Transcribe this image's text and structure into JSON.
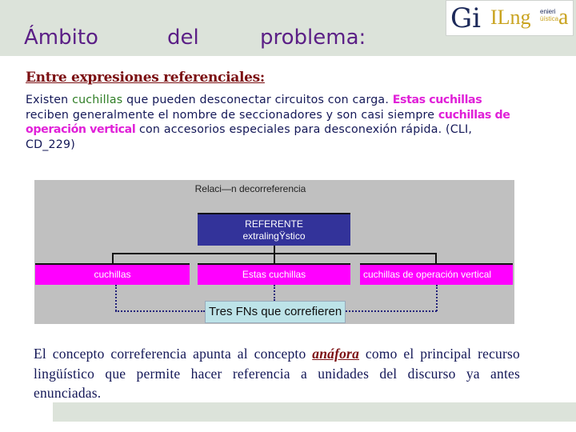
{
  "header": {
    "title_words": [
      "Ámbito",
      "del",
      "problema:"
    ],
    "logo": {
      "mark": "Gi",
      "big": "ILng",
      "small_top": "enieri",
      "small_bottom": "üística",
      "end": "a"
    },
    "colors": {
      "band": "#dce3da",
      "title": "#5b1f86"
    }
  },
  "section": {
    "heading": "Entre expresiones referenciales:",
    "paragraph1": {
      "t1": "Existen ",
      "g1": "cuchillas",
      "t2": " que pueden desconectar circuitos con carga. ",
      "p1": "Estas cuchillas",
      "t3": " reciben generalmente el nombre de seccionadores y son casi siempre ",
      "p2": "cuchillas de operación vertical",
      "t4": " con accesorios especiales para desconexión rápida. (CLI, CD_229)"
    }
  },
  "diagram": {
    "title": "Relaci—n decorreferencia",
    "referente_line1": "REFERENTE",
    "referente_line2": "extralingŸstico",
    "nodes": [
      "cuchillas",
      "Estas cuchillas",
      "cuchillas de operación vertical"
    ],
    "callout": "Tres FNs que correfieren",
    "colors": {
      "background": "#c0c0c0",
      "referente": "#33339a",
      "node": "#ff00ff",
      "callout": "#bde3e8"
    }
  },
  "conclusion": {
    "t1": "El concepto correferencia apunta al concepto ",
    "em": "anáfora",
    "t2": " como el principal recurso lingüístico que permite hacer referencia a unidades del discurso ya antes enunciadas."
  }
}
